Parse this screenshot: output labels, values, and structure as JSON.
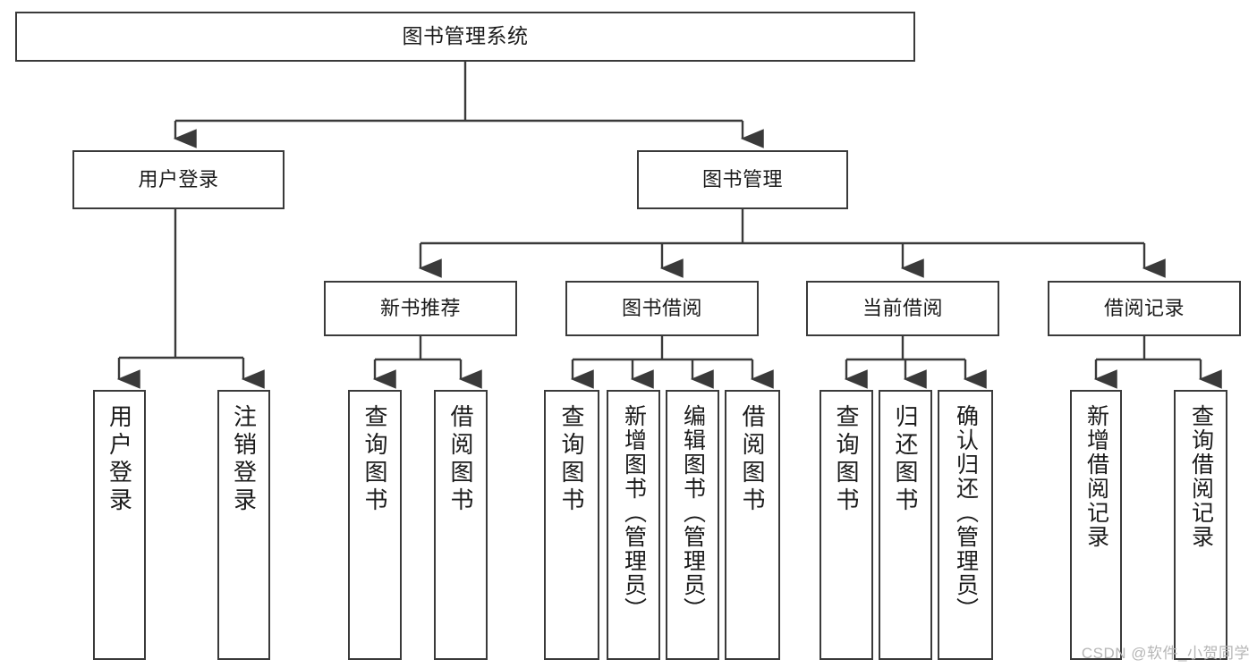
{
  "diagram": {
    "title": "图书管理系统",
    "watermark": "CSDN @软件_小贺同学",
    "colors": {
      "stroke": "#3a3a3a",
      "fill": "#ffffff",
      "text": "#1b1b1b",
      "watermark": "#b6b6b6"
    },
    "nodes": {
      "root": {
        "label": "图书管理系统"
      },
      "level2": [
        {
          "id": "user-login",
          "label": "用户登录"
        },
        {
          "id": "book-management",
          "label": "图书管理"
        }
      ],
      "level3": [
        {
          "id": "new-book-recommend",
          "label": "新书推荐"
        },
        {
          "id": "book-borrow",
          "label": "图书借阅"
        },
        {
          "id": "current-borrow",
          "label": "当前借阅"
        },
        {
          "id": "borrow-record",
          "label": "借阅记录"
        }
      ],
      "leaves": [
        {
          "id": "leaf-user-login",
          "label": "用户登录"
        },
        {
          "id": "leaf-logout-login",
          "label": "注销登录"
        },
        {
          "id": "leaf-query-book-1",
          "label": "查询图书"
        },
        {
          "id": "leaf-borrow-book-1",
          "label": "借阅图书"
        },
        {
          "id": "leaf-query-book-2",
          "label": "查询图书"
        },
        {
          "id": "leaf-add-book-admin",
          "label": "新增图书（管理员）"
        },
        {
          "id": "leaf-edit-book-admin",
          "label": "编辑图书（管理员）"
        },
        {
          "id": "leaf-borrow-book-2",
          "label": "借阅图书"
        },
        {
          "id": "leaf-query-book-3",
          "label": "查询图书"
        },
        {
          "id": "leaf-return-book",
          "label": "归还图书"
        },
        {
          "id": "leaf-confirm-return-admin",
          "label": "确认归还（管理员）"
        },
        {
          "id": "leaf-add-borrow-record",
          "label": "新增借阅记录"
        },
        {
          "id": "leaf-query-borrow-record",
          "label": "查询借阅记录"
        }
      ]
    }
  }
}
